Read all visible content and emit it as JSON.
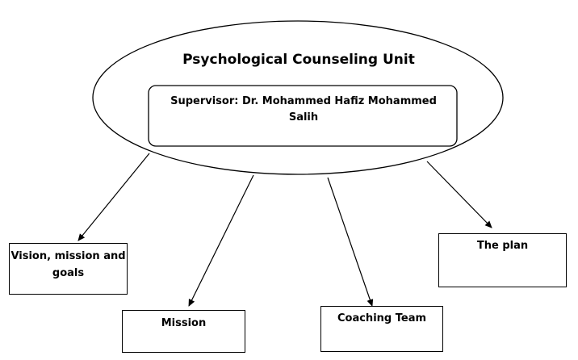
{
  "unit": {
    "title": "Psychological Counseling Unit",
    "supervisor": "Supervisor: Dr. Mohammed Hafiz Mohammed Salih"
  },
  "nodes": {
    "vision": "Vision, mission and goals",
    "mission": "Mission",
    "coaching_team": "Coaching Team",
    "plan": "The plan"
  },
  "colors": {
    "stroke": "#000000",
    "background": "#ffffff"
  }
}
